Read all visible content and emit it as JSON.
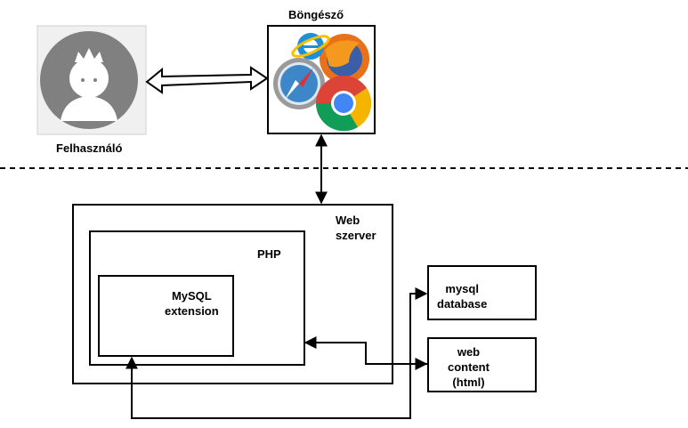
{
  "user": {
    "label": "Felhasználó"
  },
  "browser": {
    "label": "Böngésző",
    "icons": [
      "internet-explorer-icon",
      "firefox-icon",
      "safari-icon",
      "chrome-icon"
    ]
  },
  "webserver": {
    "label": "Web\nszerver"
  },
  "php": {
    "label": "PHP"
  },
  "mysql_ext": {
    "label": "MySQL\nextension"
  },
  "mysql_db": {
    "label": "mysql\ndatabase"
  },
  "web_content": {
    "label": "web\ncontent\n(html)"
  },
  "colors": {
    "avatar_gray": "#808080",
    "avatar_bg": "#f0f0f0",
    "line": "#000000"
  }
}
